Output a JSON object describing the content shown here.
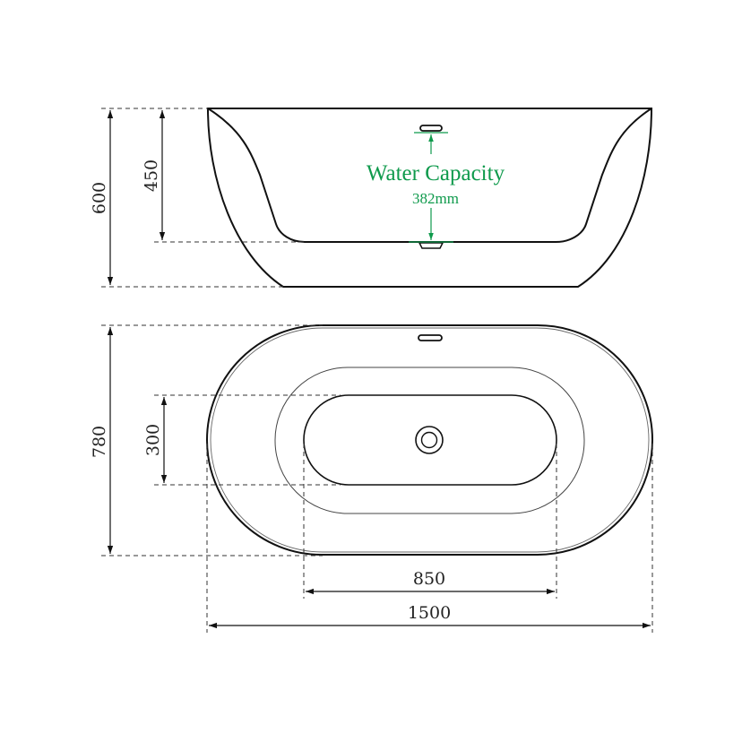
{
  "side_view": {
    "dimensions": {
      "total_height": "600",
      "inner_depth": "450"
    },
    "water_capacity": {
      "label": "Water Capacity",
      "value": "382mm"
    }
  },
  "top_view": {
    "dimensions": {
      "total_width": "780",
      "inner_width": "300",
      "inner_length": "850",
      "total_length": "1500"
    }
  },
  "colors": {
    "line": "#111111",
    "dash": "#333333",
    "accent": "#0f9a4c"
  }
}
